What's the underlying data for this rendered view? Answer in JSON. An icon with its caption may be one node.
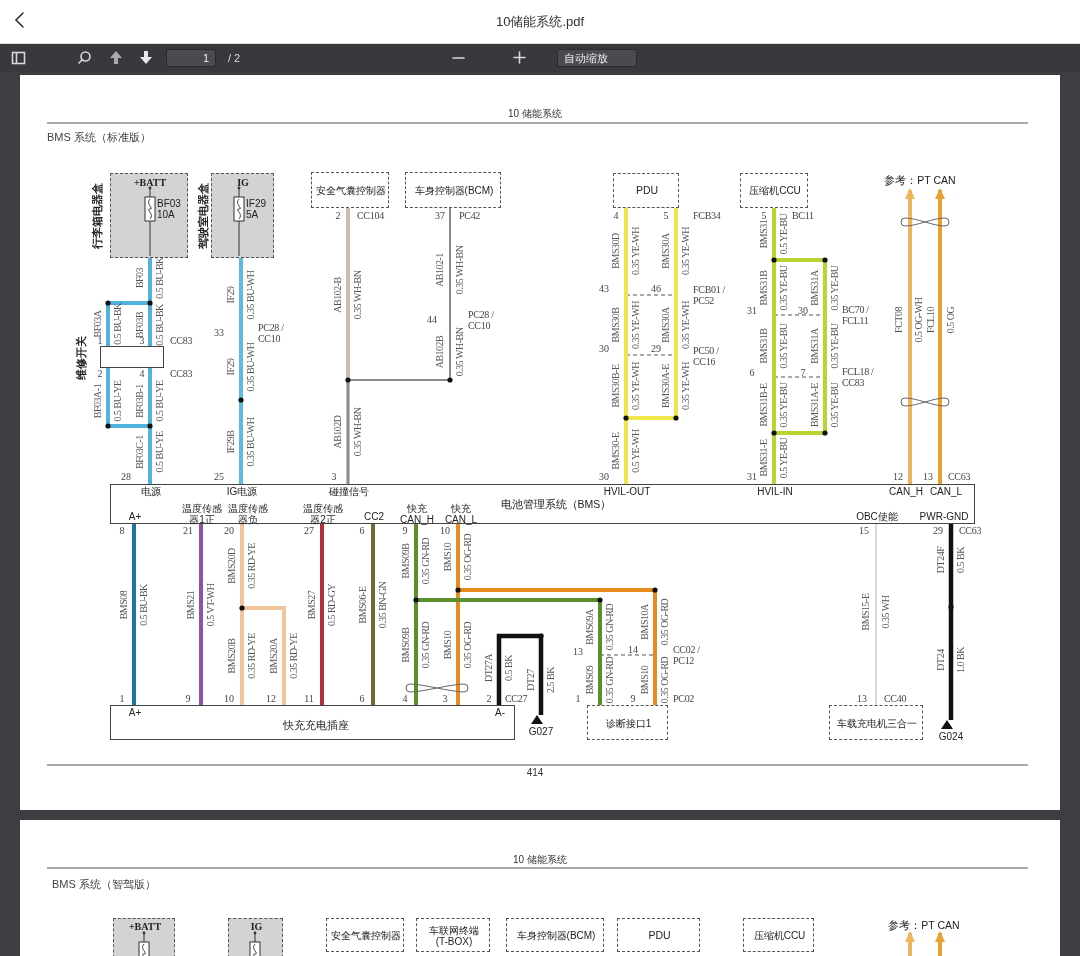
{
  "diagram": {
    "title": "BMS 系统（标准版）",
    "nodes": [
      {
        "text": [
          "+BATT",
          "BF03",
          "10A"
        ],
        "beside": [
          "行李箱电器盒"
        ]
      },
      {
        "text": [
          "IG",
          "IF29",
          "5A"
        ],
        "beside": [
          "驾驶室电器盒"
        ]
      },
      {
        "text": [
          "安全气囊控制器"
        ]
      },
      {
        "text": [
          "车身控制器(BCM)"
        ]
      },
      {
        "text": [
          "PDU"
        ]
      },
      {
        "text": [
          "压缩机CCU"
        ]
      },
      {
        "text": [],
        "shape": "box",
        "beside": [
          "维修开关"
        ]
      },
      {
        "text": [
          "电池管理系统（BMS）",
          "电源",
          "IG电源",
          "碰撞信号",
          "HVIL-OUT",
          "HVIL-IN",
          "CAN_H",
          "CAN_L",
          "A+",
          "温度传感器1正",
          "温度传感器负",
          "温度传感器2正",
          "CC2",
          "快充CAN_H",
          "快充CAN_L",
          "OBC使能",
          "PWR-GND"
        ]
      },
      {
        "text": [
          "快充充电插座",
          "A+",
          "A-"
        ]
      },
      {
        "text": [
          "诊断接口1"
        ]
      },
      {
        "text": [
          "车载充电机三合一"
        ]
      },
      {
        "text": [
          "G027"
        ]
      },
      {
        "text": [
          "G024"
        ]
      },
      {
        "text": [
          "参考：PT CAN"
        ]
      },
      {
        "text": [
          "+BATT"
        ]
      },
      {
        "text": [
          "IG"
        ]
      },
      {
        "text": [
          "安全气囊控制器"
        ]
      },
      {
        "text": [
          "车联网终端 (T-BOX)"
        ]
      },
      {
        "text": [
          "车身控制器(BCM)"
        ]
      },
      {
        "text": [
          "PDU"
        ]
      },
      {
        "text": [
          "压缩机CCU"
        ]
      },
      {
        "text": [
          "参考：PT CAN"
        ]
      }
    ],
    "edges": [
      {
        "from": 0,
        "to": 6,
        "arrow": "none",
        "color": "#4fb3dc"
      },
      {
        "from": 0,
        "to": 6,
        "arrow": "none",
        "color": "#4fb3dc"
      },
      {
        "from": 6,
        "to": 7,
        "arrow": "none",
        "color": "#4fb3dc"
      },
      {
        "from": 6,
        "to": 7,
        "arrow": "none",
        "color": "#4fb3dc"
      },
      {
        "from": 1,
        "to": 7,
        "arrow": "none",
        "color": "#5bbbe2"
      },
      {
        "from": 2,
        "to": 7,
        "arrow": "none",
        "color": "#c9beb4"
      },
      {
        "from": 3,
        "to": 7,
        "arrow": "none",
        "color": "#8c8c8c"
      },
      {
        "from": 4,
        "to": 7,
        "arrow": "none",
        "color": "#efe64a"
      },
      {
        "from": 4,
        "to": 7,
        "arrow": "none",
        "color": "#efe64a"
      },
      {
        "from": 5,
        "to": 7,
        "arrow": "none",
        "color": "#b9d531"
      },
      {
        "from": 5,
        "to": 7,
        "arrow": "none",
        "color": "#b9d531"
      },
      {
        "from": 7,
        "to": 13,
        "arrow": "to",
        "color": "#eeb45c"
      },
      {
        "from": 7,
        "to": 13,
        "arrow": "to",
        "color": "#e8a030"
      },
      {
        "from": 7,
        "to": 8,
        "arrow": "none",
        "color": "#1f74a8"
      },
      {
        "from": 7,
        "to": 8,
        "arrow": "none",
        "color": "#8e52a8"
      },
      {
        "from": 7,
        "to": 8,
        "arrow": "none",
        "color": "#f2c49b"
      },
      {
        "from": 7,
        "to": 8,
        "arrow": "none",
        "color": "#f2c49b"
      },
      {
        "from": 7,
        "to": 8,
        "arrow": "none",
        "color": "#b2323f"
      },
      {
        "from": 7,
        "to": 8,
        "arrow": "none",
        "color": "#6f6a2e"
      },
      {
        "from": 7,
        "to": 8,
        "arrow": "none",
        "color": "#5b8f2e"
      },
      {
        "from": 7,
        "to": 8,
        "arrow": "none",
        "color": "#ea8a1e"
      },
      {
        "from": 7,
        "to": 9,
        "arrow": "none",
        "color": "#5b8f2e"
      },
      {
        "from": 7,
        "to": 9,
        "arrow": "none",
        "color": "#ea8a1e"
      },
      {
        "from": 8,
        "to": 11,
        "arrow": "none",
        "color": "#111111"
      },
      {
        "from": 7,
        "to": 10,
        "arrow": "none",
        "color": "#cfcfcf"
      },
      {
        "from": 7,
        "to": 12,
        "arrow": "none",
        "color": "#111111"
      },
      {
        "from": null,
        "to": 21,
        "arrow": "to",
        "color": "#eeb45c"
      },
      {
        "from": null,
        "to": 21,
        "arrow": "to",
        "color": "#e8a030"
      }
    ],
    "labels": [
      "10储能系统.pdf",
      "1",
      "/ 2",
      "自动缩放",
      "10 储能系统",
      "BF03",
      "0.5 BU-BK",
      "BF03A",
      "0.5 BU-BK",
      "BF03B",
      "0.5 BU-BK",
      "1",
      "3",
      "CC83",
      "2",
      "4",
      "CC83",
      "BF03A-1",
      "0.5 BU-YE",
      "BF03B-1",
      "0.5 BU-YE",
      "BF03C-1",
      "0.5 BU-YE",
      "28",
      "IF29",
      "0.35 BU-WH",
      "33",
      "PC28 / CC10",
      "IF29",
      "0.35 BU-WH",
      "IF29B",
      "0.35 BU-WH",
      "25",
      "2",
      "CC104",
      "AB102-B",
      "0.35 WH-BN",
      "AB102D",
      "0.35 WH-BN",
      "3",
      "37",
      "PC42",
      "AB102-1",
      "0.35 WH-BN",
      "44",
      "PC28 / CC10",
      "AB102B",
      "0.35 WH-BN",
      "4",
      "BMS30D",
      "0.35 YE-WH",
      "43",
      "BMS30B",
      "0.35 YE-WH",
      "30",
      "BMS30B-E",
      "0.35 YE-WH",
      "BMS30-E",
      "0.5 YE-WH",
      "30",
      "5",
      "FCB34",
      "BMS30A",
      "0.35 YE-WH",
      "46",
      "FCB01 / PC52",
      "BMS30A",
      "0.35 YE-WH",
      "29",
      "PC50 / CC16",
      "BMS30A-E",
      "0.35 YE-WH",
      "5",
      "BC11",
      "BMS31",
      "0.5 YE-BU",
      "BMS31B",
      "0.35 YE-BU",
      "31",
      "BMS31B",
      "0.35 YE-BU",
      "6",
      "BMS31B-E",
      "0.35 YE-BU",
      "BMS31-E",
      "0.5 YE-BU",
      "31",
      "BMS31A",
      "0.35 YE-BU",
      "30",
      "BC70 / FCL11",
      "BMS31A",
      "0.35 YE-BU",
      "7",
      "FCL18 / CC83",
      "BMS31A-E",
      "0.35 YE-BU",
      "FCT08",
      "0.5 OG-WH",
      "FCL10",
      "0.5 OG",
      "12",
      "13",
      "CC63",
      "8",
      "21",
      "20",
      "27",
      "6",
      "9",
      "10",
      "15",
      "29",
      "CC63",
      "BMS08",
      "0.5 BU-BK",
      "BMS21",
      "0.5 VT-WH",
      "BMS20D",
      "0.35 RD-YE",
      "BMS20B",
      "0.35 RD-YE",
      "BMS20A",
      "0.35 RD-YE",
      "BMS27",
      "0.5 RD-GY",
      "BMS06-E",
      "0.35 BN-GN",
      "BMS09B",
      "0.35 GN-RD",
      "BMS09B",
      "0.35 GN-RD",
      "BMS10",
      "0.35 OG-RD",
      "BMS10",
      "0.35 OG-RD",
      "DT27A",
      "0.5 BK",
      "DT27",
      "2.5 BK",
      "1",
      "9",
      "10",
      "12",
      "11",
      "6",
      "4",
      "3",
      "2",
      "CC27",
      "BMS09A",
      "0.35 GN-RD",
      "BMS10A",
      "0.35 OG-RD",
      "13",
      "14",
      "CC02 / PC12",
      "BMS09",
      "0.35 GN-RD",
      "BMS10",
      "0.35 OG-RD",
      "1",
      "9",
      "PC02",
      "BMS15-E",
      "0.35 WH",
      "13",
      "CC40",
      "DT24F",
      "0.5 BK",
      "DT24",
      "1.0 BK",
      "414",
      "10 储能系统",
      "BMS 系统（智驾版）"
    ]
  }
}
